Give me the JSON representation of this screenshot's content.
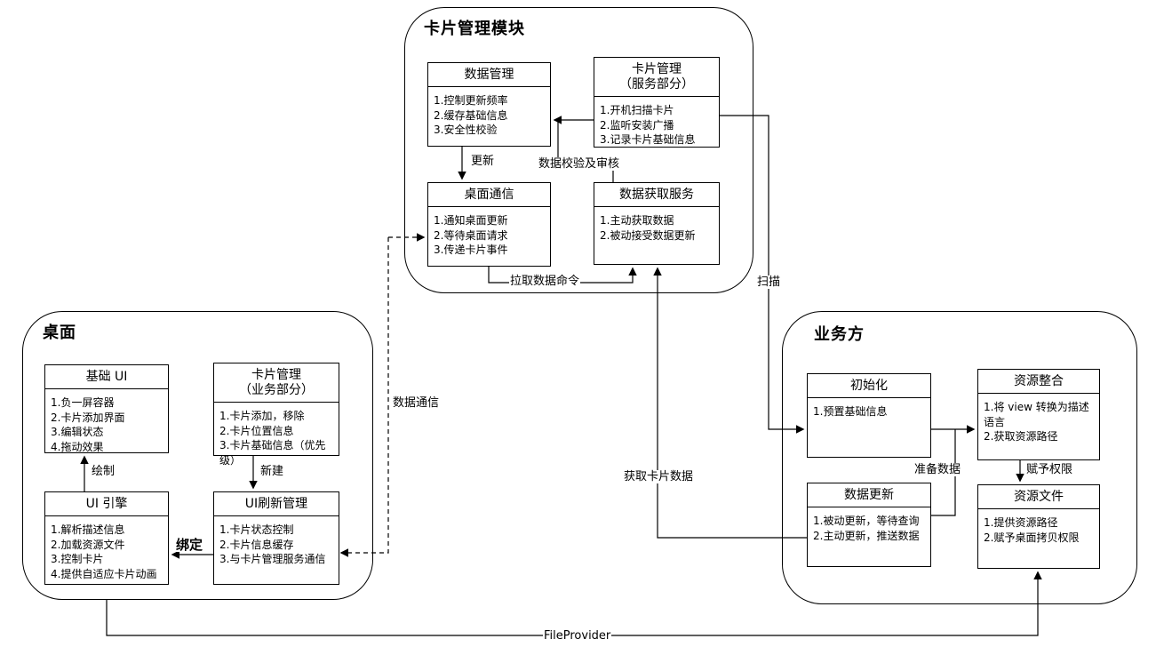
{
  "page": {
    "background": "#ffffff",
    "line_color": "#000000"
  },
  "card_module": {
    "title": "卡片管理模块",
    "boxes": {
      "data_mgmt": {
        "title": "数据管理",
        "items": [
          "1.控制更新频率",
          "2.缓存基础信息",
          "3.安全性校验"
        ]
      },
      "card_mgmt_service": {
        "title": "卡片管理\n（服务部分）",
        "items": [
          "1.开机扫描卡片",
          "2.监听安装广播",
          "3.记录卡片基础信息"
        ]
      },
      "desktop_comm": {
        "title": "桌面通信",
        "items": [
          "1.通知桌面更新",
          "2.等待桌面请求",
          "3.传递卡片事件"
        ]
      },
      "data_fetch_service": {
        "title": "数据获取服务",
        "items": [
          "1.主动获取数据",
          "2.被动接受数据更新"
        ]
      }
    },
    "labels": {
      "update": "更新",
      "data_check": "数据校验及审核",
      "pull_data_cmd": "拉取数据命令"
    }
  },
  "desktop": {
    "title": "桌面",
    "boxes": {
      "base_ui": {
        "title": "基础 UI",
        "items": [
          "1.负一屏容器",
          "2.卡片添加界面",
          "3.编辑状态",
          "4.拖动效果"
        ]
      },
      "card_mgmt_business": {
        "title": "卡片管理\n（业务部分）",
        "items": [
          "1.卡片添加，移除",
          "2.卡片位置信息",
          "3.卡片基础信息（优先级）"
        ]
      },
      "ui_engine": {
        "title": "UI 引擎",
        "items": [
          "1.解析描述信息",
          "2.加载资源文件",
          "3.控制卡片",
          "4.提供自适应卡片动画"
        ]
      },
      "ui_refresh": {
        "title": "UI刷新管理",
        "items": [
          "1.卡片状态控制",
          "2.卡片信息缓存",
          "3.与卡片管理服务通信"
        ]
      }
    },
    "labels": {
      "draw": "绘制",
      "create": "新建",
      "bind": "绑定"
    }
  },
  "business": {
    "title": "业务方",
    "boxes": {
      "init": {
        "title": "初始化",
        "items": [
          "1.预置基础信息"
        ]
      },
      "resource_merge": {
        "title": "资源整合",
        "items": [
          "1.将 view 转换为描述语言",
          "2.获取资源路径"
        ]
      },
      "data_update": {
        "title": "数据更新",
        "items": [
          "1.被动更新，等待查询",
          "2.主动更新，推送数据"
        ]
      },
      "resource_file": {
        "title": "资源文件",
        "items": [
          "1.提供资源路径",
          "2.赋予桌面拷贝权限"
        ]
      }
    },
    "labels": {
      "prepare_data": "准备数据",
      "grant_permission": "赋予权限"
    }
  },
  "connections": {
    "data_comm": "数据通信",
    "scan": "扫描",
    "get_card_data": "获取卡片数据",
    "file_provider": "FileProvider"
  }
}
